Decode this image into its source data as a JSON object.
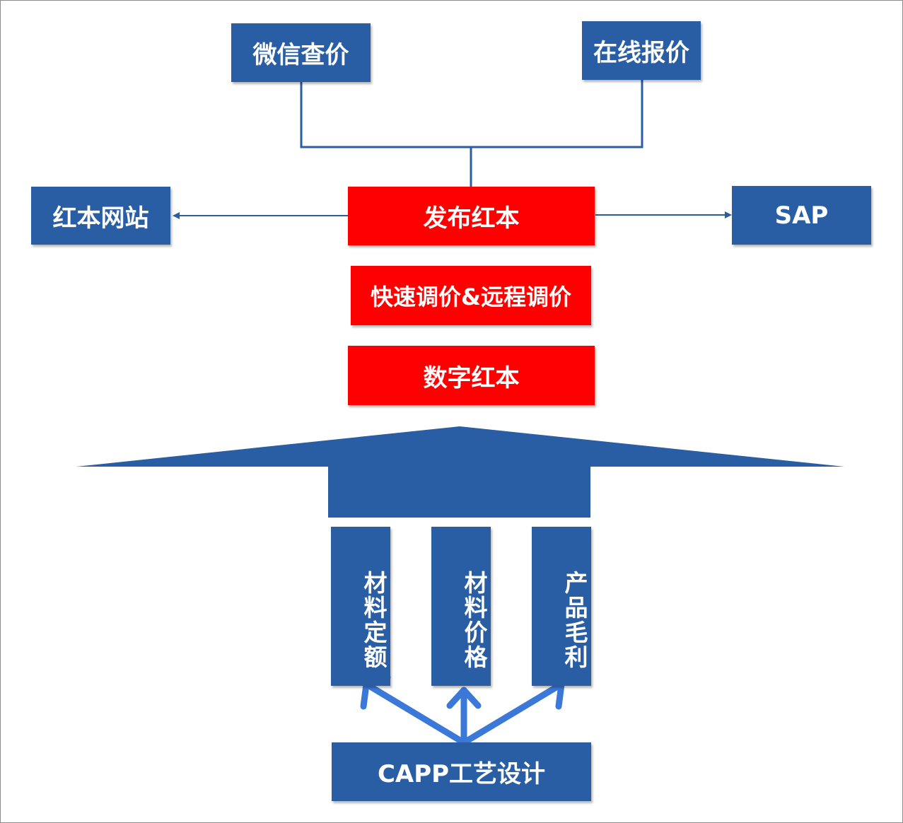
{
  "top": {
    "wechat_price": "微信查价",
    "online_quote": "在线报价"
  },
  "middle": {
    "website": "红本网站",
    "publish": "发布红本",
    "sap": "SAP",
    "adjust": "快速调价&远程调价",
    "digital": "数字红本"
  },
  "pillars": [
    {
      "label": "材料定额"
    },
    {
      "label": "材料价格"
    },
    {
      "label": "产品毛利"
    }
  ],
  "base": {
    "capp": "CAPP工艺设计"
  },
  "colors": {
    "blue": "#2a5ea4",
    "red": "#fe0000",
    "arrow_blue": "#3b78d8",
    "line_blue": "#2a5ea4"
  }
}
